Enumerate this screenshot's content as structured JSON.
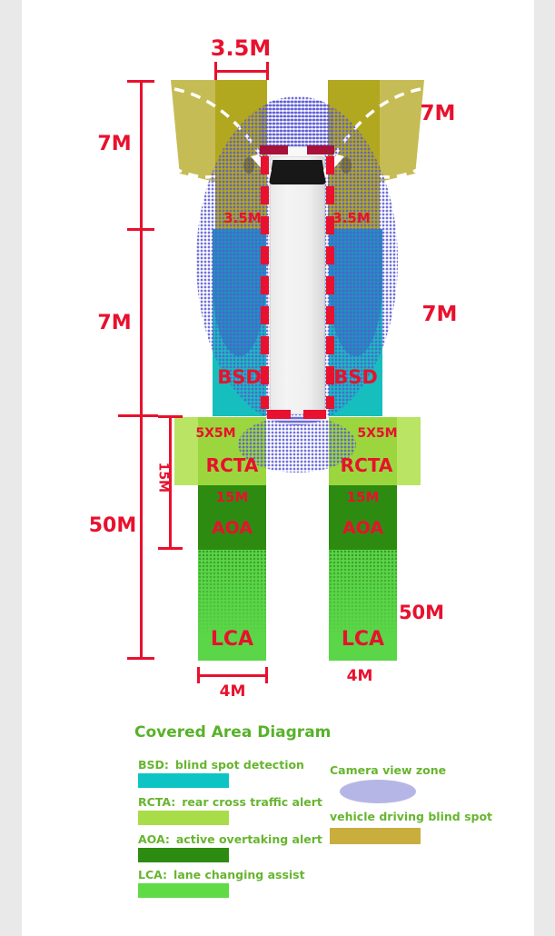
{
  "dimensions": {
    "top_width": "3.5M",
    "front_left": "7M",
    "front_right": "7M",
    "mid_left": "7M",
    "mid_right": "7M",
    "rear_left": "50M",
    "rear_right": "50M",
    "aoa_depth": "15M",
    "lane_left": "3.5M",
    "lane_right": "3.5M",
    "lane_width_bottom": "4M",
    "lane_width_right": "4M"
  },
  "zones": {
    "bsd_left": "BSD",
    "bsd_right": "BSD",
    "rcta_size_left": "5X5M",
    "rcta_size_right": "5X5M",
    "rcta_left": "RCTA",
    "rcta_right": "RCTA",
    "aoa_size_left": "15M",
    "aoa_size_right": "15M",
    "aoa_left": "AOA",
    "aoa_right": "AOA",
    "lca_left": "LCA",
    "lca_right": "LCA"
  },
  "legend": {
    "title": "Covered Area Diagram",
    "items": [
      {
        "label": "BSD:",
        "desc": "blind spot detection",
        "color": "#0cc4c4"
      },
      {
        "label": "RCTA:",
        "desc": "rear cross traffic alert",
        "color": "#a9dc49"
      },
      {
        "label": "AOA:",
        "desc": "active overtaking alert",
        "color": "#2e8b11"
      },
      {
        "label": "LCA:",
        "desc": "lane changing assist",
        "color": "#5fdb47"
      }
    ],
    "camera": {
      "label": "Camera view zone",
      "color": "#b6b6e6"
    },
    "blind_spot": {
      "label": "vehicle driving blind spot",
      "color": "#c9ae3e"
    }
  },
  "colors": {
    "measure_red": "#e8112e",
    "front_dash_red": "#a8123a",
    "olive_dark": "#b2a81f",
    "olive_light": "#c6bc55",
    "bsd_teal": "#16bebe",
    "rcta_green": "#9cd63e",
    "aoa_green": "#2e8b11",
    "lca_green": "#5ad648",
    "camera_lavender": "#b6b6e6"
  }
}
